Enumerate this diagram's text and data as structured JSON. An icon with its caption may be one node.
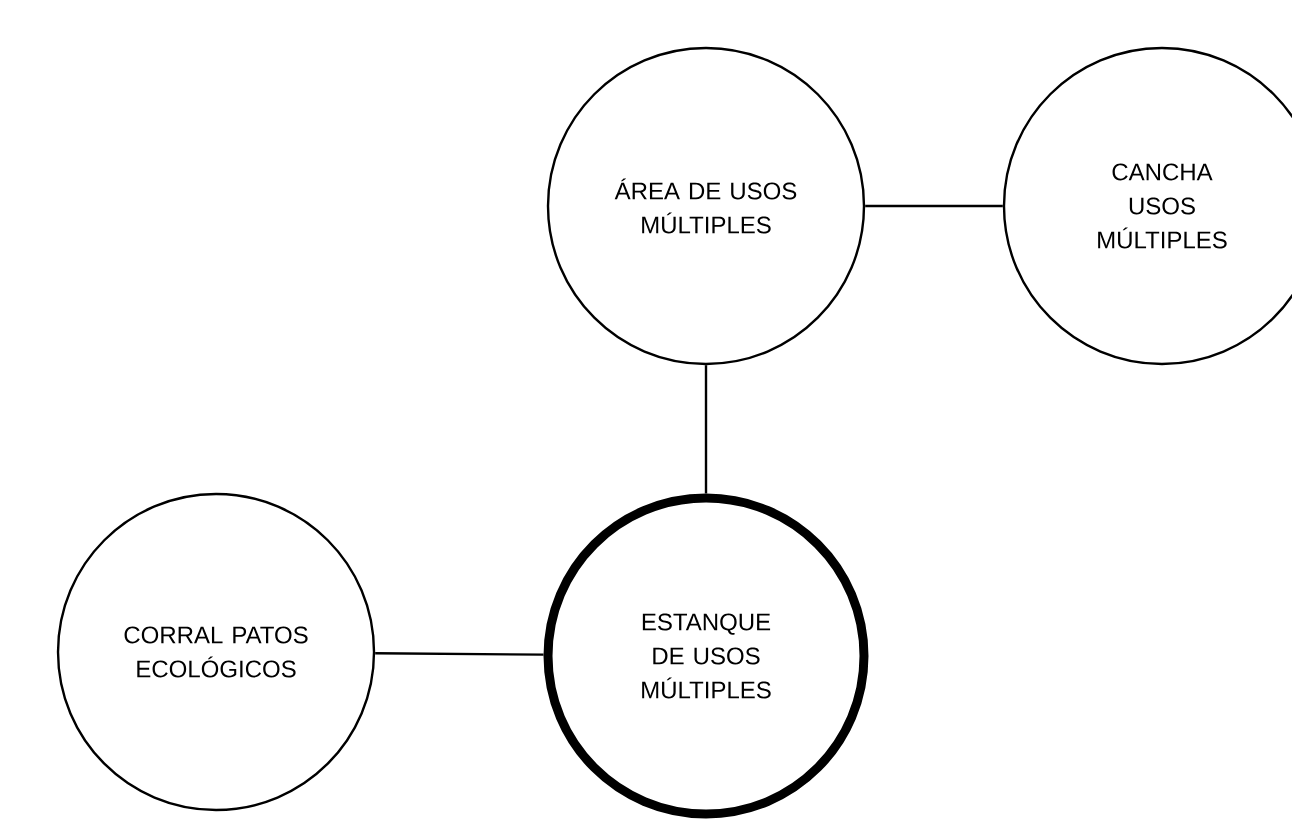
{
  "diagram": {
    "nodes": [
      {
        "text": [
          "ÁREA DE USOS MÚLTIPLES"
        ]
      },
      {
        "text": [
          "CANCHA USOS MÚLTIPLES"
        ]
      },
      {
        "text": [
          "CORRAL PATOS ECOLÓGICOS"
        ]
      },
      {
        "text": [
          "ESTANQUE DE USOS MÚLTIPLES"
        ]
      }
    ],
    "edges": [
      {
        "from": 0,
        "to": 1,
        "arrow": "none"
      },
      {
        "from": 0,
        "to": 3,
        "arrow": "none"
      },
      {
        "from": 2,
        "to": 3,
        "arrow": "none"
      }
    ]
  }
}
